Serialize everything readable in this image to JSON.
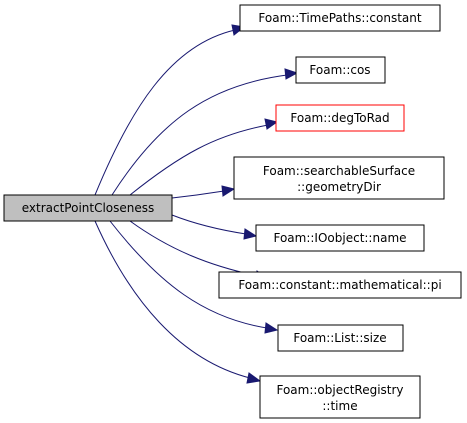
{
  "graph": {
    "root": {
      "label": "extractPointCloseness"
    },
    "nodes": [
      {
        "id": "n1",
        "lines": [
          "Foam::TimePaths::constant"
        ]
      },
      {
        "id": "n2",
        "lines": [
          "Foam::cos"
        ]
      },
      {
        "id": "n3",
        "lines": [
          "Foam::degToRad"
        ]
      },
      {
        "id": "n4",
        "lines": [
          "Foam::searchableSurface",
          "::geometryDir"
        ]
      },
      {
        "id": "n5",
        "lines": [
          "Foam::IOobject::name"
        ]
      },
      {
        "id": "n6",
        "lines": [
          "Foam::constant::mathematical::pi"
        ]
      },
      {
        "id": "n7",
        "lines": [
          "Foam::List::size"
        ]
      },
      {
        "id": "n8",
        "lines": [
          "Foam::objectRegistry",
          "::time"
        ]
      }
    ],
    "colors": {
      "edge": "#191970",
      "root_fill": "#bfbfbf",
      "node_border": "#000000",
      "highlight_border": "#ff0000"
    }
  }
}
